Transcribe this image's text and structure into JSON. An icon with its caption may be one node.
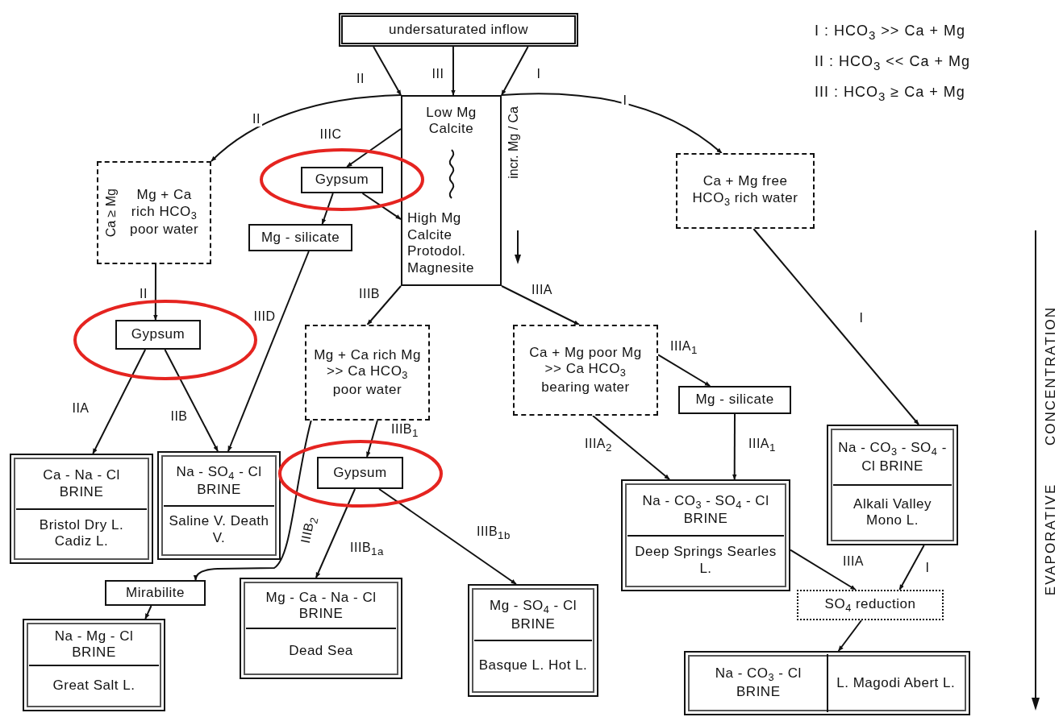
{
  "diagram": {
    "nodes": [
      {
        "text": [
          "undersaturated inflow"
        ]
      },
      {
        "text": [
          "Low Mg Calcite",
          "High Mg Calcite Protodol. Magnesite"
        ],
        "beside": [
          "incr. Mg / Ca"
        ]
      },
      {
        "text": [
          "Ca ≥ Mg",
          "Mg + Ca rich HCO$_{3}$ poor water"
        ]
      },
      {
        "text": [
          "Gypsum"
        ]
      },
      {
        "text": [
          "Mg - silicate"
        ]
      },
      {
        "text": [
          "Ca + Mg free HCO$_{3}$ rich water"
        ]
      },
      {
        "text": [
          "Gypsum"
        ]
      },
      {
        "text": [
          "Mg + Ca rich Mg >> Ca HCO$_{3}$ poor water"
        ]
      },
      {
        "text": [
          "Ca + Mg poor Mg >> Ca HCO$_{3}$ bearing water"
        ]
      },
      {
        "text": [
          "Mg - silicate"
        ]
      },
      {
        "text": [
          "Ca - Na - Cl BRINE",
          "Bristol Dry L. Cadiz L."
        ]
      },
      {
        "text": [
          "Na - SO$_{4}$ - Cl BRINE",
          "Saline V. Death V."
        ]
      },
      {
        "text": [
          "Gypsum"
        ]
      },
      {
        "text": [
          "Na - CO$_{3}$ - SO$_{4}$ - Cl BRINE",
          "Alkali Valley Mono L."
        ]
      },
      {
        "text": [
          "Na - CO$_{3}$ - SO$_{4}$ - Cl BRINE",
          "Deep Springs Searles L."
        ]
      },
      {
        "text": [
          "Mirabilite"
        ]
      },
      {
        "text": [
          "Mg - Ca - Na - Cl BRINE",
          "Dead Sea"
        ]
      },
      {
        "text": [
          "Mg - SO$_{4}$ - Cl BRINE",
          "Basque L. Hot L."
        ]
      },
      {
        "text": [
          "SO$_{4}$ reduction"
        ]
      },
      {
        "text": [
          "Na - Mg - Cl BRINE",
          "Great Salt L."
        ]
      },
      {
        "text": [
          "Na - CO$_{3}$ - Cl BRINE",
          "L. Magodi Abert L."
        ]
      }
    ],
    "edges": [
      {
        "from": 0,
        "to": 1,
        "arrow": "to",
        "label": "II"
      },
      {
        "from": 0,
        "to": 1,
        "arrow": "to",
        "label": "III"
      },
      {
        "from": 0,
        "to": 1,
        "arrow": "to",
        "label": "I"
      },
      {
        "from": 1,
        "to": 2,
        "arrow": "to",
        "label": "II"
      },
      {
        "from": 1,
        "to": 5,
        "arrow": "to",
        "label": "I"
      },
      {
        "from": 1,
        "to": 3,
        "arrow": "to",
        "label": "IIIC"
      },
      {
        "from": 3,
        "to": 4,
        "arrow": "to"
      },
      {
        "from": 3,
        "to": 1,
        "arrow": "to"
      },
      {
        "from": 2,
        "to": 6,
        "arrow": "to",
        "label": "II"
      },
      {
        "from": 1,
        "to": 7,
        "arrow": "to",
        "label": "IIIB"
      },
      {
        "from": 1,
        "to": 8,
        "arrow": "to",
        "label": "IIIA"
      },
      {
        "from": 4,
        "to": 11,
        "arrow": "to",
        "label": "IIID"
      },
      {
        "from": 6,
        "to": 10,
        "arrow": "to",
        "label": "IIA"
      },
      {
        "from": 6,
        "to": 11,
        "arrow": "to",
        "label": "IIB"
      },
      {
        "from": 7,
        "to": 12,
        "arrow": "to",
        "label": "IIIB$_{1}$"
      },
      {
        "from": 7,
        "to": 15,
        "arrow": "to",
        "label": "IIIB$_{2}$"
      },
      {
        "from": 12,
        "to": 16,
        "arrow": "to",
        "label": "IIIB$_{1a}$"
      },
      {
        "from": 12,
        "to": 17,
        "arrow": "to",
        "label": "IIIB$_{1b}$"
      },
      {
        "from": 8,
        "to": 9,
        "arrow": "to",
        "label": "IIIA$_{1}$"
      },
      {
        "from": 8,
        "to": 14,
        "arrow": "to",
        "label": "IIIA$_{2}$"
      },
      {
        "from": 9,
        "to": 14,
        "arrow": "to",
        "label": "IIIA$_{1}$"
      },
      {
        "from": 5,
        "to": 13,
        "arrow": "to",
        "label": "I"
      },
      {
        "from": 14,
        "to": 18,
        "arrow": "to",
        "label": "IIIA"
      },
      {
        "from": 13,
        "to": 18,
        "arrow": "to",
        "label": "I"
      },
      {
        "from": 18,
        "to": 20,
        "arrow": "to"
      },
      {
        "from": 15,
        "to": 19,
        "arrow": "to"
      }
    ],
    "labels": [
      "I : HCO$_{3}$ >> Ca + Mg",
      "II : HCO$_{3}$ << Ca + Mg",
      "III : HCO$_{3}$ ≥ Ca + Mg",
      "EVAPORATIVE CONCENTRATION"
    ]
  }
}
